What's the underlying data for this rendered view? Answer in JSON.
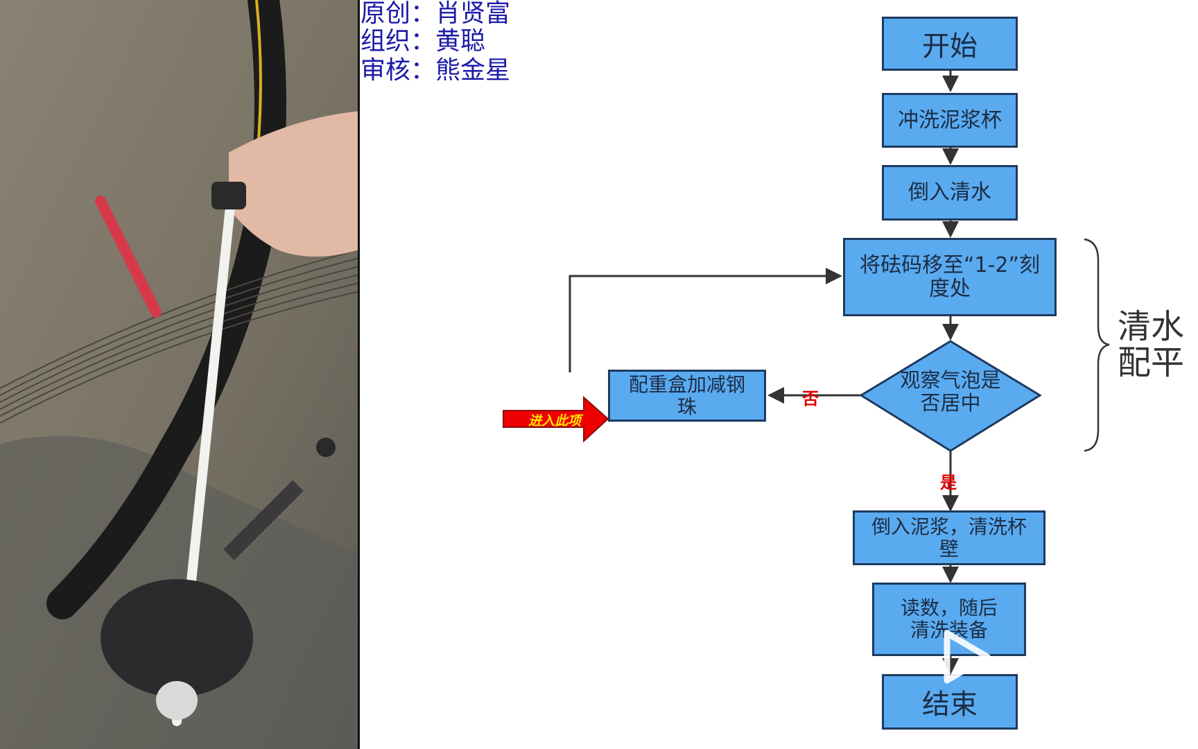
{
  "credits": {
    "original": "原创：肖贤富",
    "organizer": "组织：黄聪",
    "reviewer": "审核：熊金星"
  },
  "flowchart": {
    "start": "开始",
    "step1": "冲洗泥浆杯",
    "step2": "倒入清水",
    "step3": "将砝码移至“1-2”刻度处",
    "decision": "观察气泡是否居中",
    "adjust": "配重盒加减钢珠",
    "no_label": "否",
    "yes_label": "是",
    "step4": "倒入泥浆，清洗杯壁",
    "step5": "读数，随后清洗装备",
    "end": "结束",
    "enter_label": "进入此项",
    "side_note_line1": "清水",
    "side_note_line2": "配平"
  },
  "colors": {
    "box_fill": "#5aaaf0",
    "box_border": "#1e3a5f",
    "credit_text": "#1a1aa8",
    "red": "#e00000"
  }
}
